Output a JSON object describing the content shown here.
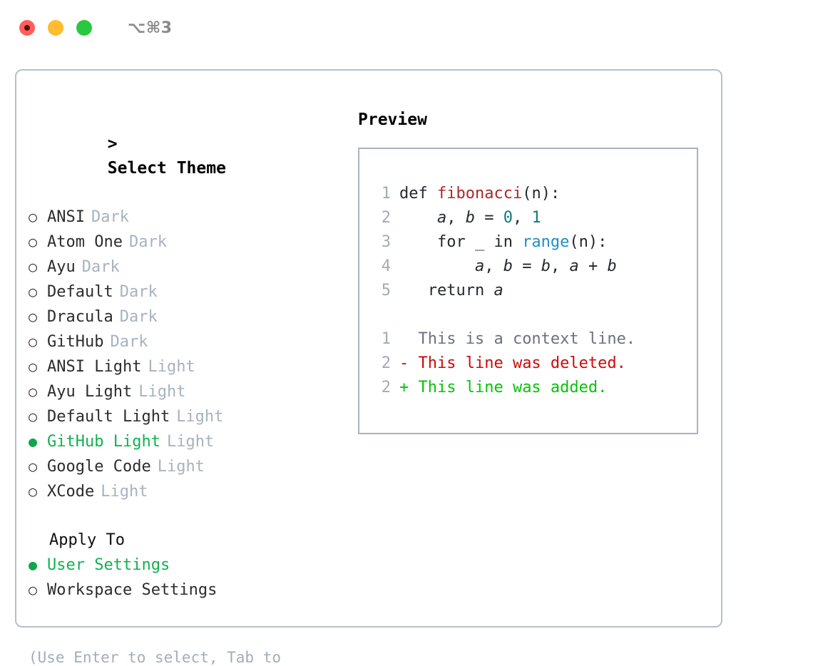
{
  "window": {
    "shortcut": "⌥⌘3",
    "traffic_lights": [
      {
        "name": "close",
        "color": "#ff5f57"
      },
      {
        "name": "minimize",
        "color": "#febc2e"
      },
      {
        "name": "maximize",
        "color": "#28c840"
      }
    ]
  },
  "theme_list": {
    "header": "> Select Theme",
    "caret": ">",
    "header_label": "Select Theme",
    "bullet_unselected": "○",
    "bullet_selected": "●",
    "items": [
      {
        "label": "ANSI",
        "tag": "Dark",
        "selected": false
      },
      {
        "label": "Atom One",
        "tag": "Dark",
        "selected": false
      },
      {
        "label": "Ayu",
        "tag": "Dark",
        "selected": false
      },
      {
        "label": "Default",
        "tag": "Dark",
        "selected": false
      },
      {
        "label": "Dracula",
        "tag": "Dark",
        "selected": false
      },
      {
        "label": "GitHub",
        "tag": "Dark",
        "selected": false
      },
      {
        "label": "ANSI Light",
        "tag": "Light",
        "selected": false
      },
      {
        "label": "Ayu Light",
        "tag": "Light",
        "selected": false
      },
      {
        "label": "Default Light",
        "tag": "Light",
        "selected": false
      },
      {
        "label": "GitHub Light",
        "tag": "Light",
        "selected": true
      },
      {
        "label": "Google Code",
        "tag": "Light",
        "selected": false
      },
      {
        "label": "XCode",
        "tag": "Light",
        "selected": false
      }
    ]
  },
  "apply_to": {
    "header": "Apply To",
    "items": [
      {
        "label": "User Settings",
        "selected": true
      },
      {
        "label": "Workspace Settings",
        "selected": false
      }
    ]
  },
  "hint": "(Use Enter to select, Tab to change focus)",
  "preview": {
    "title": "Preview",
    "code_lines": [
      {
        "number": "1",
        "tokens": [
          {
            "text": "def ",
            "type": "plain"
          },
          {
            "text": "fibonacci",
            "type": "fn"
          },
          {
            "text": "(n):",
            "type": "plain"
          }
        ]
      },
      {
        "number": "2",
        "tokens": [
          {
            "text": "    ",
            "type": "plain"
          },
          {
            "text": "a",
            "type": "var"
          },
          {
            "text": ", ",
            "type": "plain"
          },
          {
            "text": "b",
            "type": "var"
          },
          {
            "text": " = ",
            "type": "plain"
          },
          {
            "text": "0",
            "type": "num"
          },
          {
            "text": ", ",
            "type": "plain"
          },
          {
            "text": "1",
            "type": "num"
          }
        ]
      },
      {
        "number": "3",
        "tokens": [
          {
            "text": "    for _ in ",
            "type": "plain"
          },
          {
            "text": "range",
            "type": "call"
          },
          {
            "text": "(n):",
            "type": "plain"
          }
        ]
      },
      {
        "number": "4",
        "tokens": [
          {
            "text": "        ",
            "type": "plain"
          },
          {
            "text": "a",
            "type": "var"
          },
          {
            "text": ", ",
            "type": "plain"
          },
          {
            "text": "b",
            "type": "var"
          },
          {
            "text": " = ",
            "type": "plain"
          },
          {
            "text": "b",
            "type": "var"
          },
          {
            "text": ", ",
            "type": "plain"
          },
          {
            "text": "a",
            "type": "var"
          },
          {
            "text": " + ",
            "type": "plain"
          },
          {
            "text": "b",
            "type": "var"
          }
        ]
      },
      {
        "number": "5",
        "tokens": [
          {
            "text": "   return ",
            "type": "plain"
          },
          {
            "text": "a",
            "type": "var"
          }
        ]
      }
    ],
    "diff_lines": [
      {
        "number": "1",
        "marker": " ",
        "text": " This is a context line.",
        "kind": "ctx"
      },
      {
        "number": "2",
        "marker": "-",
        "text": " This line was deleted.",
        "kind": "del"
      },
      {
        "number": "2",
        "marker": "+",
        "text": " This line was added.",
        "kind": "add"
      }
    ]
  },
  "colors": {
    "accent_green": "#11b14f",
    "diff_delete": "#cc0a0a",
    "diff_add": "#0ac20a",
    "tag_gray": "#a8b2bf",
    "border": "#b6c0cc",
    "syntax_function": "#a82b2b",
    "syntax_number": "#107a7a",
    "syntax_call": "#1f8fc4"
  }
}
